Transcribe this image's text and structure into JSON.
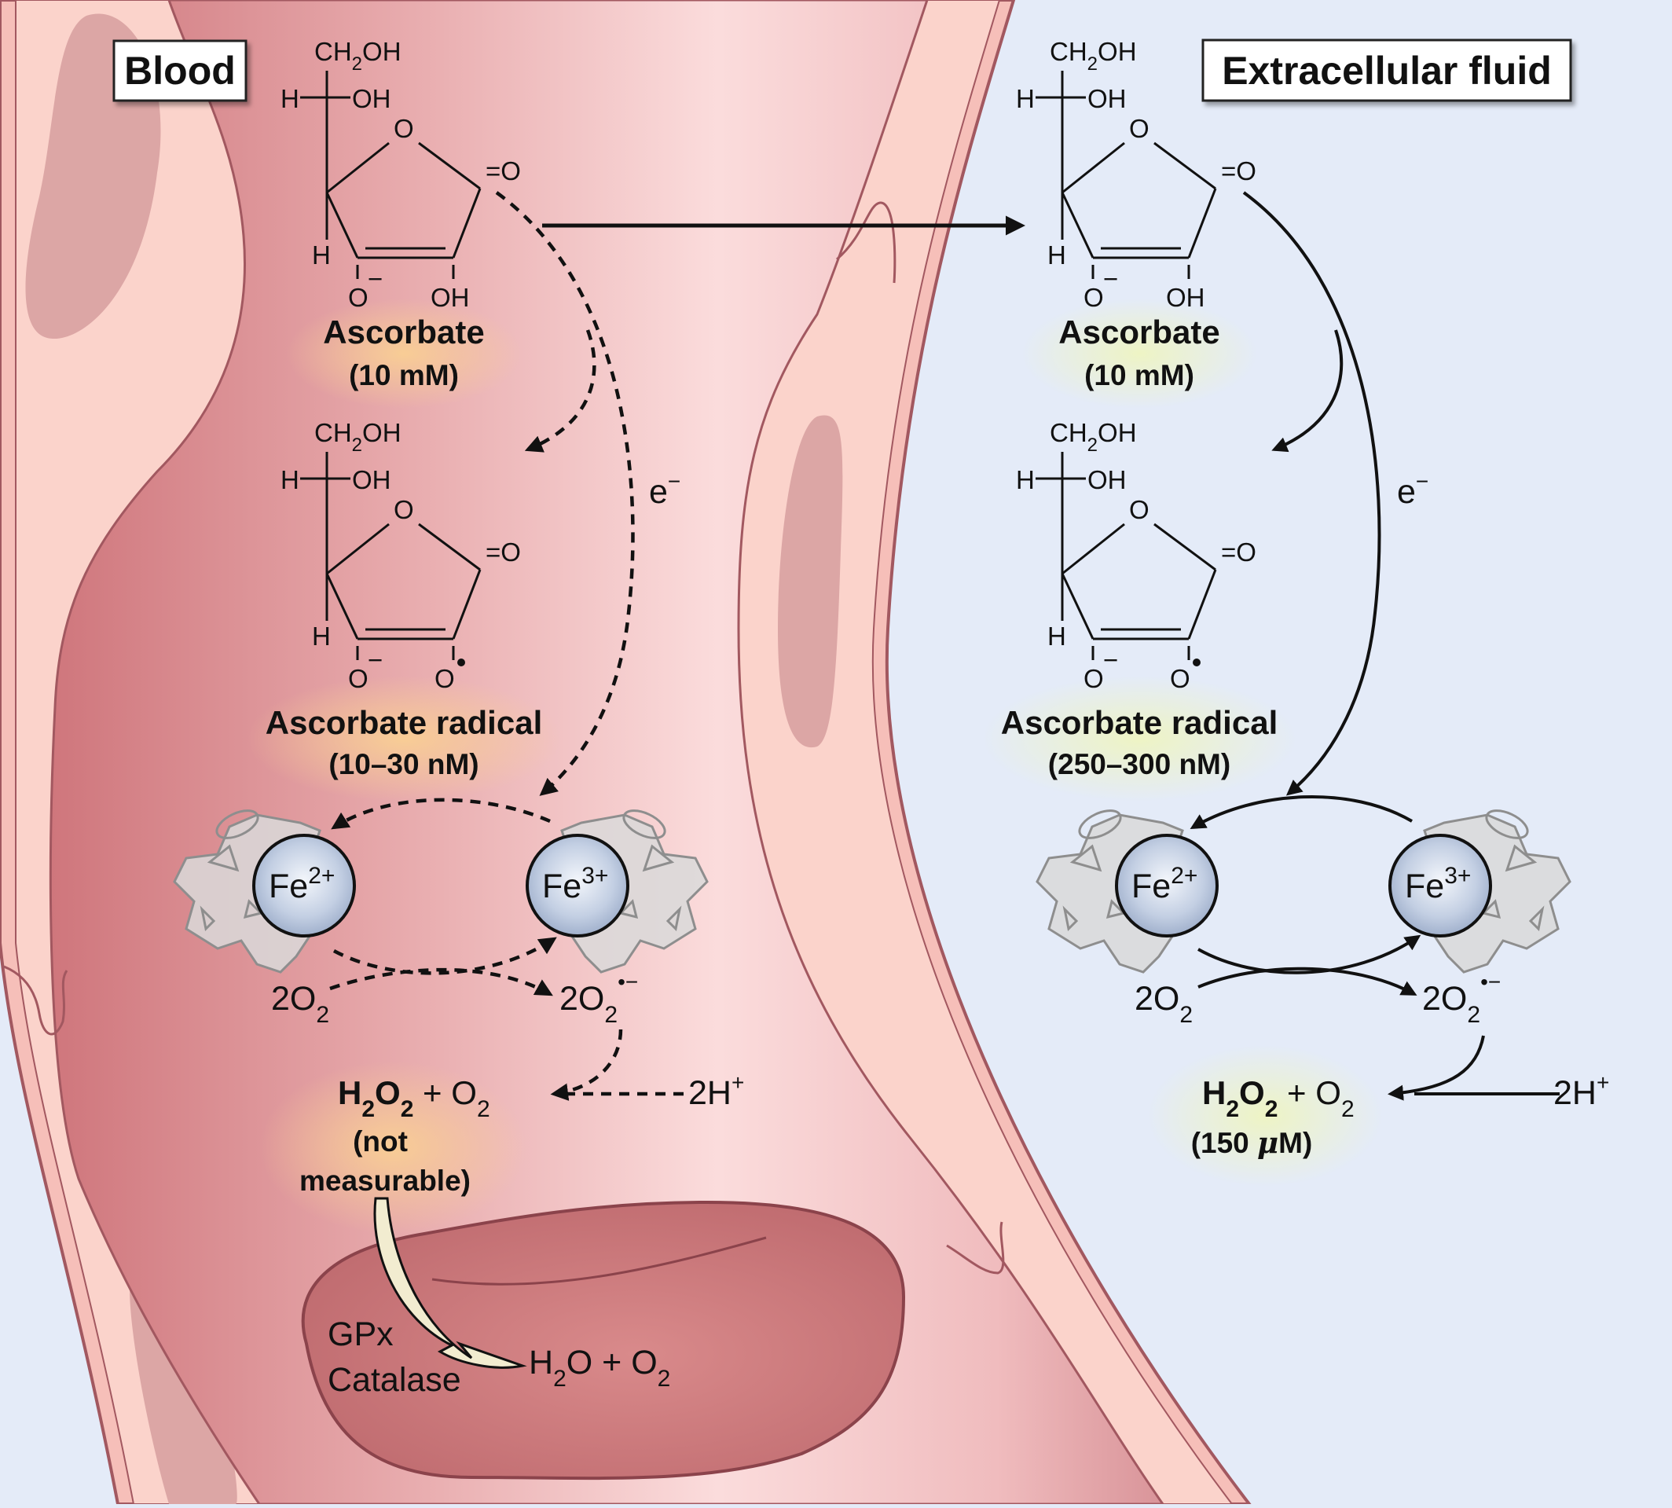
{
  "figure": {
    "title": "Ascorbate oxidation in blood versus extracellular fluid",
    "colors": {
      "background": "#e4ebf8",
      "vessel_wall": "#fbd3cb",
      "vessel_outline": "#a25860",
      "lumen_dark": "#d27e84",
      "lumen_light": "#fbdcdc",
      "red_cell": "#cf7c7e",
      "iron_sphere": "#b7c6df",
      "blood_glow": "#f9cf94",
      "ecf_glow": "#eef4c4",
      "enzyme_arrow": "#f2ecd0"
    }
  },
  "compartments": {
    "blood": {
      "label": "Blood"
    },
    "ecf": {
      "label": "Extracellular fluid"
    }
  },
  "structure_atoms": {
    "ch2oh_main": "CH",
    "ch2oh_sub": "2",
    "ch2oh_tail": "OH",
    "h": "H",
    "oh": "OH",
    "ring_o": "O",
    "carbonyl": "=O",
    "o_minus": "O",
    "minus": "−",
    "o_radical": "O",
    "radical_dot": "•"
  },
  "blood": {
    "ascorbate": {
      "name": "Ascorbate",
      "concentration": "(10 mM)"
    },
    "radical": {
      "name": "Ascorbate radical",
      "concentration": "(10–30 nM)"
    },
    "electron": {
      "base": "e",
      "sup": "−"
    },
    "fe2": {
      "base": "Fe",
      "sup": "2+"
    },
    "fe3": {
      "base": "Fe",
      "sup": "3+"
    },
    "o2": {
      "coef": "2O",
      "sub": "2"
    },
    "superoxide": {
      "coef": "2O",
      "sub": "2",
      "sup": "•−"
    },
    "product": {
      "h": "H",
      "sub1": "2",
      "o": "O",
      "sub2": "2",
      "plus": " + O",
      "sub3": "2"
    },
    "protons": {
      "base": "2H",
      "sup": "+"
    },
    "product_note_line1": "(not",
    "product_note_line2": "measurable)",
    "enzymes_line1": "GPx",
    "enzymes_line2": "Catalase",
    "final_product": {
      "h": "H",
      "sub1": "2",
      "rest": "O + O",
      "sub2": "2"
    },
    "pathway_style": "dashed"
  },
  "ecf": {
    "ascorbate": {
      "name": "Ascorbate",
      "concentration": "(10 mM)"
    },
    "radical": {
      "name": "Ascorbate radical",
      "concentration": "(250–300 nM)"
    },
    "electron": {
      "base": "e",
      "sup": "−"
    },
    "fe2": {
      "base": "Fe",
      "sup": "2+"
    },
    "fe3": {
      "base": "Fe",
      "sup": "3+"
    },
    "o2": {
      "coef": "2O",
      "sub": "2"
    },
    "superoxide": {
      "coef": "2O",
      "sub": "2",
      "sup": "•−"
    },
    "product": {
      "h": "H",
      "sub1": "2",
      "o": "O",
      "sub2": "2",
      "plus": " + O",
      "sub3": "2"
    },
    "protons": {
      "base": "2H",
      "sup": "+"
    },
    "product_concentration": {
      "open": "(150 ",
      "mu": "μ",
      "close": "M)"
    },
    "pathway_style": "solid"
  },
  "transport_arrow": {
    "from": "blood ascorbate",
    "to": "extracellular ascorbate"
  }
}
